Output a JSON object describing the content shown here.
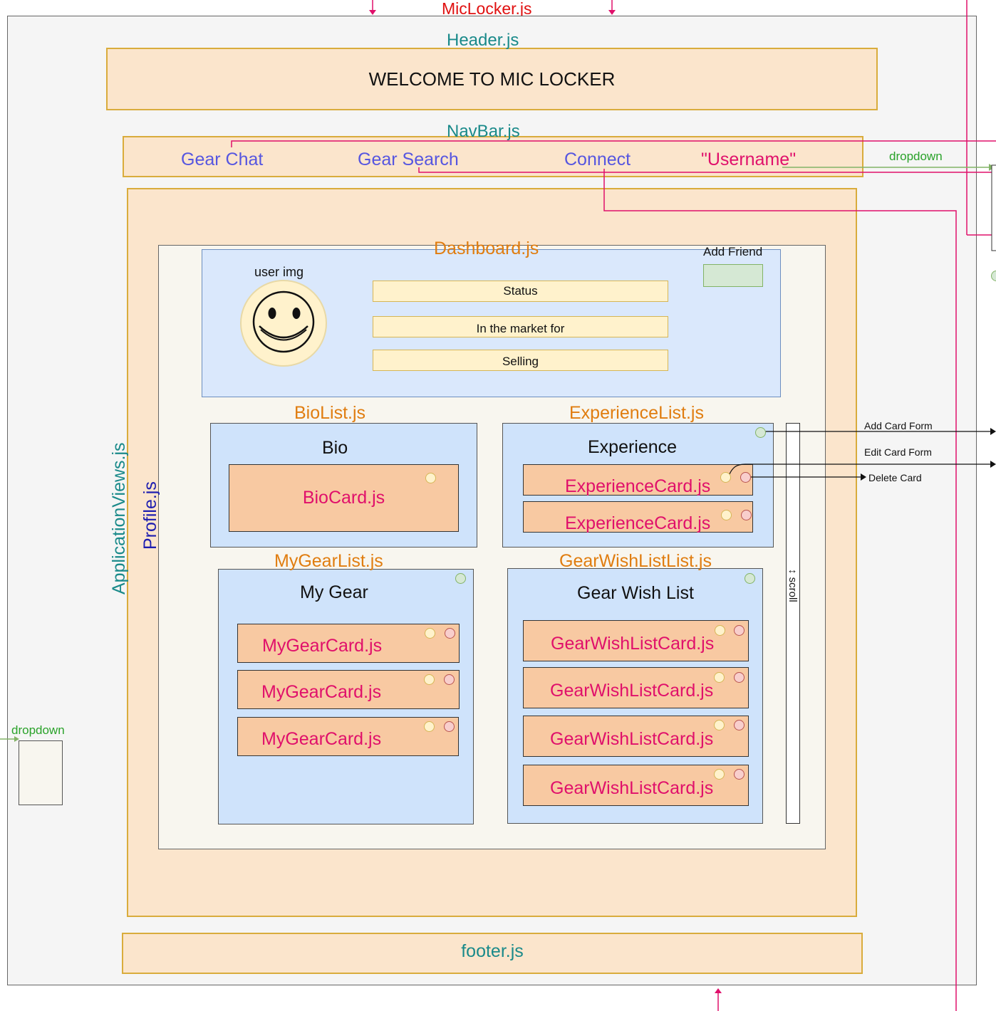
{
  "app": {
    "title": "MicLocker.js"
  },
  "header": {
    "component": "Header.js",
    "welcome": "WELCOME TO MIC LOCKER"
  },
  "navbar": {
    "component": "NavBar.js",
    "links": [
      "Gear Chat",
      "Gear Search",
      "Connect",
      "\"Username\""
    ],
    "dropdown_label": "dropdown"
  },
  "application_views": {
    "component": "ApplicationViews.js"
  },
  "profile": {
    "component": "Profile.js"
  },
  "dashboard": {
    "component": "Dashboard.js",
    "user_img_label": "user img",
    "add_friend_label": "Add Friend",
    "fields": [
      "Status",
      "In the market for",
      "Selling"
    ]
  },
  "bio_list": {
    "component": "BioList.js",
    "heading": "Bio",
    "cards": [
      "BioCard.js"
    ]
  },
  "experience_list": {
    "component": "ExperienceList.js",
    "heading": "Experience",
    "cards": [
      "ExperienceCard.js",
      "ExperienceCard.js"
    ]
  },
  "my_gear_list": {
    "component": "MyGearList.js",
    "heading": "My Gear",
    "cards": [
      "MyGearCard.js",
      "MyGearCard.js",
      "MyGearCard.js"
    ]
  },
  "gear_wish_list": {
    "component": "GearWishListList.js",
    "heading": "Gear Wish List",
    "cards": [
      "GearWishListCard.js",
      "GearWishListCard.js",
      "GearWishListCard.js",
      "GearWishListCard.js"
    ]
  },
  "scroll_label": "↕ scroll",
  "card_actions": [
    "Add Card Form",
    "Edit Card Form",
    "Delete Card"
  ],
  "left_dropdown_label": "dropdown",
  "footer": {
    "component": "footer.js"
  },
  "colors": {
    "outer_bg": "#f5f5f5",
    "peach_fill": "#fbe5cc",
    "blue_fill": "#dae8fc",
    "card_fill": "#f8c9a2",
    "connector_pink": "#e0106b",
    "connector_green": "#82b366"
  }
}
